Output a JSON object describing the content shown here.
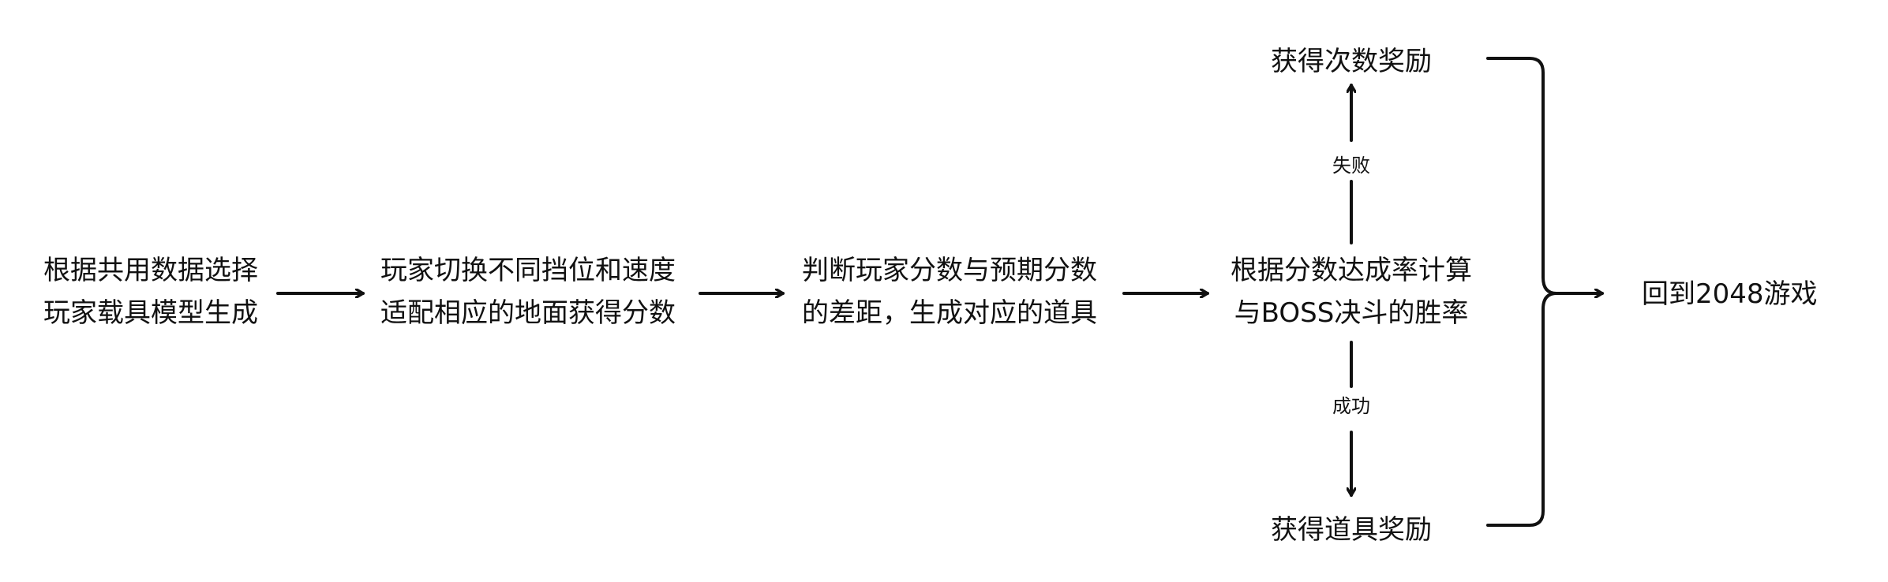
{
  "nodes": {
    "select_vehicle": {
      "line1": "根据共用数据选择",
      "line2": "玩家载具模型生成"
    },
    "switch_gear": {
      "line1": "玩家切换不同挡位和速度",
      "line2": "适配相应的地面获得分数"
    },
    "judge_score": {
      "line1": "判断玩家分数与预期分数",
      "line2": "的差距，生成对应的道具"
    },
    "boss_rate": {
      "line1": "根据分数达成率计算",
      "line2": "与BOSS决斗的胜率"
    },
    "reward_count": {
      "text": "获得次数奖励"
    },
    "reward_item": {
      "text": "获得道具奖励"
    },
    "back_2048": {
      "text": "回到2048游戏"
    }
  },
  "edges": {
    "fail_label": "失败",
    "success_label": "成功"
  }
}
